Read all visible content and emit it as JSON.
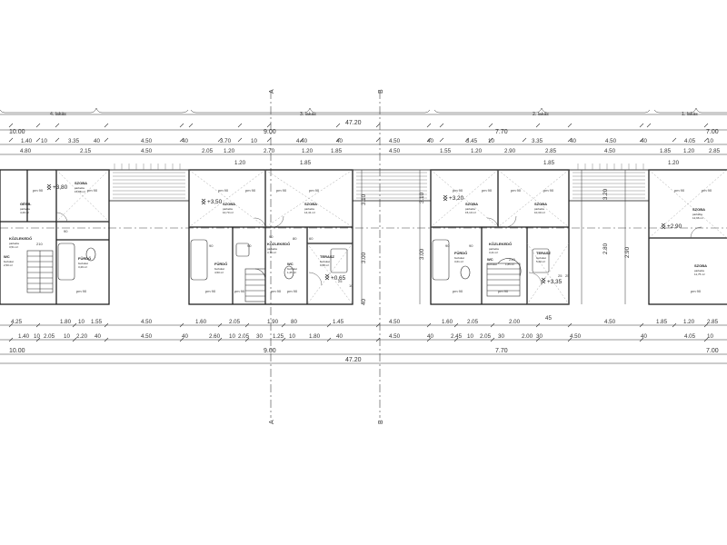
{
  "units": [
    {
      "name": "4. lakás",
      "width": "10.00"
    },
    {
      "name": "3. lakás",
      "width": "9.00"
    },
    {
      "name": "2. lakás",
      "width": "7.70"
    },
    {
      "name": "1. lakás",
      "width": "7.00"
    }
  ],
  "axes": [
    "A",
    "A",
    "B",
    "B"
  ],
  "overall": "47.20",
  "top_rows": [
    [
      "1.40",
      "10",
      "3.35",
      "40",
      "4.50",
      "40",
      "3.70",
      "10",
      "4.40",
      "40",
      "4.50",
      "40",
      "3.45",
      "10",
      "3.35",
      "40",
      "4.50",
      "40",
      "4.05",
      "10"
    ],
    [
      "4.80",
      "2.15",
      "4.50",
      "2.05",
      "1.20",
      "2.70",
      "1.20",
      "1.85",
      "4.50",
      "1.55",
      "1.20",
      "2.90",
      "2.85",
      "4.50",
      "1.85",
      "1.20",
      "2.85"
    ]
  ],
  "mid_rows": [
    [
      "1.20",
      "3.30",
      "1.20",
      "1.85",
      "1.85",
      "1.20",
      "1.85",
      "4.50",
      "1.10",
      "1.20"
    ]
  ],
  "bottom_rows": [
    [
      "4.25",
      "1.80",
      "10",
      "1.55",
      "4.50",
      "1.60",
      "2.05",
      "1.90",
      "80",
      "1.45",
      "4.50",
      "1.60",
      "2.05",
      "2.00",
      "4.50",
      "1.85",
      "1.20",
      "2.85"
    ],
    [
      "1.40",
      "10",
      "2.05",
      "10",
      "2.20",
      "40",
      "4.50",
      "40",
      "2.60",
      "10",
      "2.05",
      "30",
      "1.25",
      "10",
      "1.80",
      "40",
      "4.50",
      "40",
      "2.45",
      "10",
      "2.05",
      "30",
      "2.00",
      "30",
      "4.50",
      "40",
      "4.05",
      "10"
    ]
  ],
  "vert_dims": [
    "3.10",
    "3.00",
    "3.20",
    "2.80",
    "2.90",
    "3.10",
    "3.00",
    "40",
    "45"
  ],
  "levels": [
    "+3,80",
    "+3,50",
    "+3,20",
    "+3,35",
    "+2,90",
    "+0,65"
  ],
  "rooms": [
    {
      "title": "SZOBA",
      "lines": [
        "parketta",
        "15,88 m²"
      ]
    },
    {
      "title": "GÉSB.",
      "lines": [
        "parketta",
        "4,29 m²"
      ]
    },
    {
      "title": "KÖZLEKEDŐ",
      "lines": [
        "parketta",
        "3,51 m²"
      ]
    },
    {
      "title": "FÜRDŐ",
      "lines": [
        "burkolat",
        "3,29 m²"
      ]
    },
    {
      "title": "WC",
      "lines": [
        "burkolat",
        "2,50 m²"
      ]
    },
    {
      "title": "SZOBA",
      "lines": [
        "parketta",
        "10,70 m²"
      ]
    },
    {
      "title": "SZOBA",
      "lines": [
        "parketta",
        "14,41 m²"
      ]
    },
    {
      "title": "KÖZLEKEDŐ",
      "lines": [
        "parketta",
        "3,79 m²"
      ]
    },
    {
      "title": "FÜRDŐ",
      "lines": [
        "burkolat",
        "4,50 m²"
      ]
    },
    {
      "title": "WC",
      "lines": [
        "burkolat",
        "1,25 m²"
      ]
    },
    {
      "title": "TERASZ",
      "lines": [
        "burkolat",
        "9,08 m²"
      ]
    },
    {
      "title": "SZOBA",
      "lines": [
        "parketta",
        "15,10 m²"
      ]
    },
    {
      "title": "SZOBA",
      "lines": [
        "parketta",
        "10,30 m²"
      ]
    },
    {
      "title": "KÖZLEKEDŐ",
      "lines": [
        "parketta",
        "3,41 m²"
      ]
    },
    {
      "title": "FÜRDŐ",
      "lines": [
        "burkolat",
        "3,61 m²"
      ]
    },
    {
      "title": "WC",
      "lines": [
        "burkolat",
        "1,85 m²"
      ]
    },
    {
      "title": "TERASZ",
      "lines": [
        "burkolat",
        "5,60 m²"
      ]
    },
    {
      "title": "SZOBA",
      "lines": [
        "parketta",
        "12,96 m²"
      ]
    },
    {
      "title": "SZOBA",
      "lines": [
        "parketta",
        "11,75 m²"
      ]
    }
  ],
  "door_marks": [
    "pm 90",
    "pm 90",
    "pm 90",
    "pm 90",
    "pm 90",
    "pm 90",
    "pm 90",
    "pm 90",
    "pm 90",
    "pm 90",
    "pm 90",
    "pm 90",
    "pm 90",
    "pm 90",
    "pm 90",
    "pm 90",
    "pm 90",
    "pm 90",
    "pm 90",
    "pm 90",
    "90",
    "90",
    "90",
    "90",
    "90",
    "90",
    "210",
    "210",
    "80",
    "60",
    "25",
    "25",
    "25",
    "10"
  ]
}
